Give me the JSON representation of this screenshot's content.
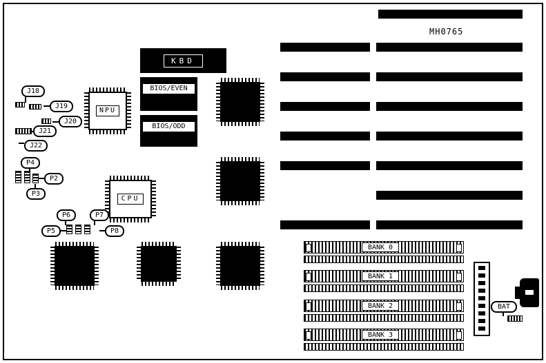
{
  "board": {
    "part_number": "MH0765"
  },
  "chips": {
    "kbd": {
      "label": "KBD"
    },
    "bios_even": {
      "label": "BIOS/EVEN"
    },
    "bios_odd": {
      "label": "BIOS/ODD"
    },
    "npu": {
      "label": "NPU"
    },
    "cpu": {
      "label": "CPU"
    }
  },
  "jumpers": [
    {
      "label": "J18"
    },
    {
      "label": "J19"
    },
    {
      "label": "J20"
    },
    {
      "label": "J21"
    },
    {
      "label": "J22"
    },
    {
      "label": "P4"
    },
    {
      "label": "P2"
    },
    {
      "label": "P3"
    },
    {
      "label": "P6"
    },
    {
      "label": "P7"
    },
    {
      "label": "P5"
    },
    {
      "label": "P8"
    }
  ],
  "memory": {
    "banks": [
      {
        "label": "BANK 0"
      },
      {
        "label": "BANK 1"
      },
      {
        "label": "BANK 2"
      },
      {
        "label": "BANK 3"
      }
    ]
  },
  "battery": {
    "label": "BAT"
  },
  "colors": {
    "ink": "#000000",
    "paper": "#ffffff"
  }
}
